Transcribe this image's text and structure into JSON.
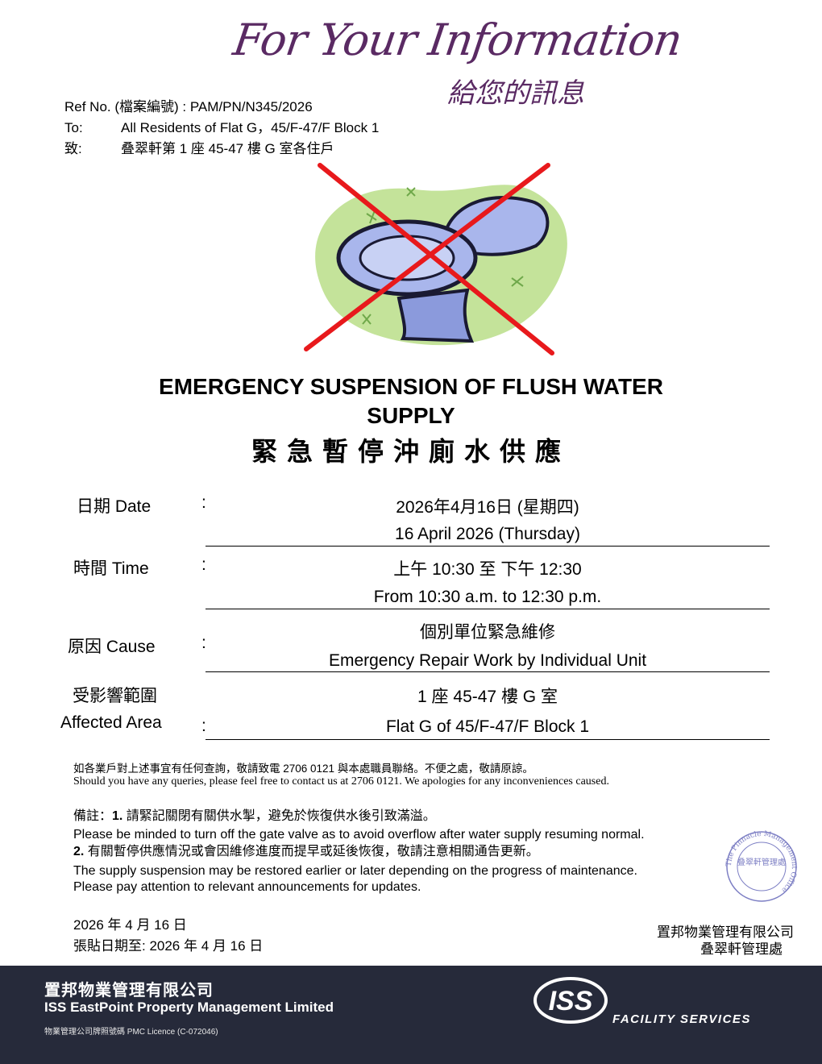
{
  "header": {
    "fyi_en": "For Your Information",
    "fyi_zh": "給您的訊息"
  },
  "meta": {
    "ref_label": "Ref No. (檔案編號) : PAM/PN/N345/2026",
    "to_label": "To:",
    "to_value": "All Residents of Flat G，45/F-47/F Block 1",
    "zhi_label": "致:",
    "zhi_value": "叠翠軒第 1 座 45-47 樓 G 室各住戶"
  },
  "illustration": {
    "icon": "crossed-out-toilet-icon",
    "colors": {
      "blob": "#c4e39a",
      "toilet": "#a9b6ec",
      "cross": "#e8191c"
    }
  },
  "title": {
    "en_line1": "EMERGENCY SUSPENSION OF FLUSH WATER",
    "en_line2": "SUPPLY",
    "zh": "緊急暫停沖廁水供應"
  },
  "details": {
    "colon": ":",
    "date_label": "日期  Date",
    "date_zh": "2026年4月16日 (星期四)",
    "date_en": "16 April 2026 (Thursday)",
    "time_label": "時間  Time",
    "time_zh": "上午 10:30 至 下午 12:30",
    "time_en": "From 10:30 a.m. to 12:30 p.m.",
    "cause_label": "原因  Cause",
    "cause_zh": "個別單位緊急維修",
    "cause_en": "Emergency Repair Work by Individual Unit",
    "area_label_zh": "受影響範圍",
    "area_label_en": "Affected Area",
    "area_zh": "1 座 45-47 樓 G 室",
    "area_en": "Flat G of 45/F-47/F Block 1"
  },
  "enquiry": {
    "zh": "如各業戶對上述事宜有任何查詢，敬請致電 2706  0121 與本處職員聯絡。不便之處，敬請原諒。",
    "en": "Should you have any queries, please feel free to contact us at 2706 0121. We apologies for any inconveniences caused."
  },
  "notes": {
    "prefix": "備註：",
    "n1_num": "1.",
    "n1_zh": " 請緊記關閉有關供水掣，避免於恢復供水後引致滿溢。",
    "n1_en": "Please be minded to turn off the gate valve as to avoid overflow after water supply resuming normal.",
    "n2_num": "2.",
    "n2_zh": " 有關暫停供應情況或會因維修進度而提早或延後恢復，敬請注意相關通告更新。",
    "n2_en1": "The supply suspension may be restored earlier or later depending on the progress of maintenance.",
    "n2_en2": "Please pay attention to relevant announcements for updates."
  },
  "dates": {
    "issue": "2026 年 4 月 16 日",
    "post_until": "張貼日期至: 2026 年 4 月 16 日"
  },
  "signature": {
    "company": "置邦物業管理有限公司",
    "office": "叠翠軒管理處",
    "stamp_ring": "The Pinnacle Management Office",
    "stamp_center": "叠翠軒管理處"
  },
  "footer": {
    "company_zh": "置邦物業管理有限公司",
    "company_en": "ISS EastPoint Property Management Limited",
    "licence": "物業管理公司牌照號碼  PMC Licence (C-072046)",
    "logo_text": "ISS",
    "facility": "FACILITY SERVICES",
    "bg_color": "#262a3a"
  }
}
